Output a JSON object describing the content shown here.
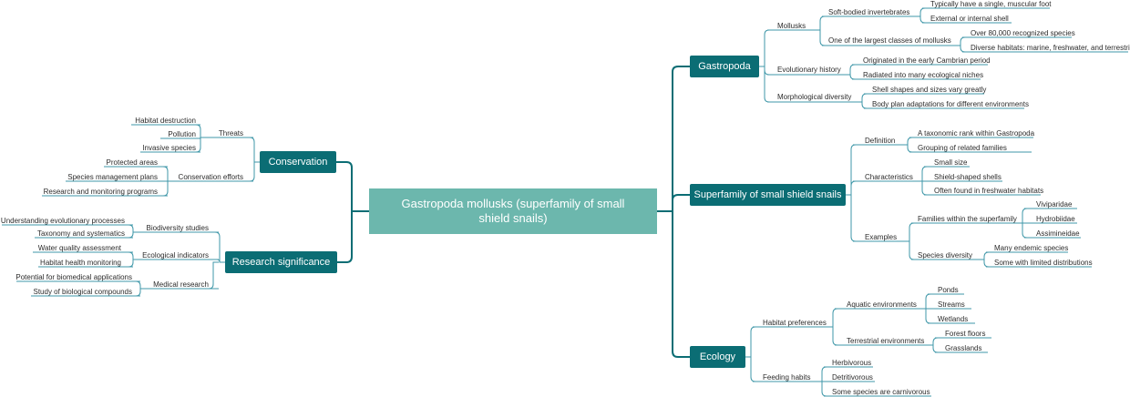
{
  "root": {
    "label": "Gastropoda mollusks (superfamily of small shield snails)"
  },
  "gastropoda": {
    "label": "Gastropoda",
    "mollusks": {
      "label": "Mollusks",
      "soft_bodied": {
        "label": "Soft-bodied invertebrates",
        "items": [
          "Typically have a single, muscular foot",
          "External or internal shell"
        ]
      },
      "largest_classes": {
        "label": "One of the largest classes of mollusks",
        "items": [
          "Over 80,000 recognized species",
          "Diverse habitats: marine, freshwater, and terrestrial"
        ]
      }
    },
    "evolutionary_history": {
      "label": "Evolutionary history",
      "items": [
        "Originated in the early Cambrian period",
        "Radiated into many ecological niches"
      ]
    },
    "morphological_diversity": {
      "label": "Morphological diversity",
      "items": [
        "Shell shapes and sizes vary greatly",
        "Body plan adaptations for different environments"
      ]
    }
  },
  "superfamily": {
    "label": "Superfamily of small shield snails",
    "definition": {
      "label": "Definition",
      "items": [
        "A taxonomic rank within Gastropoda",
        "Grouping of related families"
      ]
    },
    "characteristics": {
      "label": "Characteristics",
      "items": [
        "Small size",
        "Shield-shaped shells",
        "Often found in freshwater habitats"
      ]
    },
    "examples": {
      "label": "Examples",
      "families": {
        "label": "Families within the superfamily",
        "items": [
          "Viviparidae",
          "Hydrobiidae",
          "Assimineidae"
        ]
      },
      "diversity": {
        "label": "Species diversity",
        "items": [
          "Many endemic species",
          "Some with limited distributions"
        ]
      }
    }
  },
  "ecology": {
    "label": "Ecology",
    "habitat": {
      "label": "Habitat preferences",
      "aquatic": {
        "label": "Aquatic environments",
        "items": [
          "Ponds",
          "Streams",
          "Wetlands"
        ]
      },
      "terrestrial": {
        "label": "Terrestrial environments",
        "items": [
          "Forest floors",
          "Grasslands"
        ]
      }
    },
    "feeding": {
      "label": "Feeding habits",
      "items": [
        "Herbivorous",
        "Detritivorous",
        "Some species are carnivorous"
      ]
    }
  },
  "conservation": {
    "label": "Conservation",
    "threats": {
      "label": "Threats",
      "items": [
        "Habitat destruction",
        "Pollution",
        "Invasive species"
      ]
    },
    "efforts": {
      "label": "Conservation efforts",
      "items": [
        "Protected areas",
        "Species management plans",
        "Research and monitoring programs"
      ]
    }
  },
  "research": {
    "label": "Research significance",
    "biodiversity": {
      "label": "Biodiversity studies",
      "items": [
        "Understanding evolutionary processes",
        "Taxonomy and systematics"
      ]
    },
    "indicators": {
      "label": "Ecological indicators",
      "items": [
        "Water quality assessment",
        "Habitat health monitoring"
      ]
    },
    "medical": {
      "label": "Medical research",
      "items": [
        "Potential for biomedical applications",
        "Study of biological compounds"
      ]
    }
  }
}
